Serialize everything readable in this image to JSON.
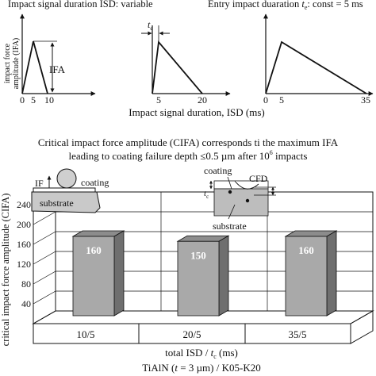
{
  "top": {
    "left_heading": "Impact signal duration ISD: variable",
    "right_heading_prefix": "Entry impact duaration ",
    "right_heading_var": "t",
    "right_heading_sub": "e",
    "right_heading_suffix": ": const = 5 ms",
    "y_axis_label_line1": "impact force",
    "y_axis_label_line2": "amplitude (IFA)",
    "ifa_label": "IFA",
    "te_var": "t",
    "te_sub": "e",
    "x_axis_label": "Impact signal duration, ISD (ms)",
    "panels": [
      {
        "ticks": [
          "0",
          "5",
          "10"
        ],
        "peak_ms": 5,
        "end_ms": 10
      },
      {
        "ticks": [
          "5",
          "20"
        ],
        "peak_ms": 5,
        "end_ms": 20
      },
      {
        "ticks": [
          "0",
          "5",
          "35"
        ],
        "peak_ms": 5,
        "end_ms": 35
      }
    ]
  },
  "middle": {
    "caption_line1": "Critical impact force amplitude (CIFA) corresponds ti the maximum IFA",
    "caption_line2_pre": "leading to coating failure depth ≤0.5 µm after 10",
    "caption_line2_sup": "6",
    "caption_line2_post": " impacts"
  },
  "inset_left": {
    "if_label": "IF",
    "coating_label": "coating",
    "substrate_label": "substrate"
  },
  "inset_right": {
    "coating_label": "coating",
    "cfd_label": "CFD",
    "te_var": "t",
    "te_sub": "c",
    "substrate_label": "substrate"
  },
  "chart_data": {
    "type": "bar",
    "categories": [
      "10/5",
      "20/5",
      "35/5"
    ],
    "values": [
      160,
      150,
      160
    ],
    "ylabel": "critical impact force amplitude (CIFA)",
    "yticks": [
      40,
      80,
      120,
      160,
      200,
      240
    ],
    "ylim": [
      0,
      240
    ],
    "xlabel": "total ISD / t_c (ms)",
    "bar_color": "#a9a9a9",
    "grid": true
  },
  "bottom": {
    "xlabel_text": "total ISD / ",
    "xlabel_var": "t",
    "xlabel_sub": "c",
    "xlabel_unit": " (ms)",
    "caption_pre": "TiAlN (",
    "caption_var": "t",
    "caption_post": " = 3 µm) / K05-K20"
  }
}
